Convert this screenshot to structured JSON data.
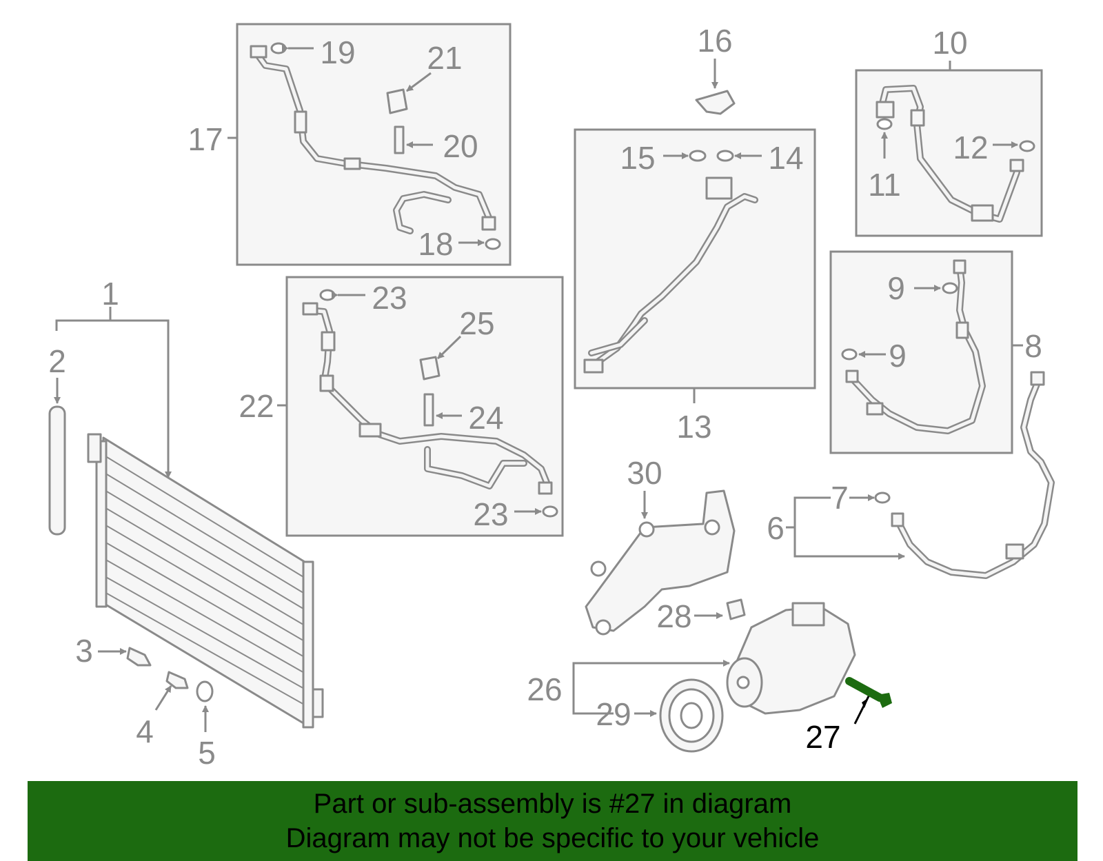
{
  "diagram": {
    "highlight_color": "#1c6b10",
    "banner_color": "#1c6b10",
    "callouts": {
      "n1": "1",
      "n2": "2",
      "n3": "3",
      "n4": "4",
      "n5": "5",
      "n6": "6",
      "n7": "7",
      "n8": "8",
      "n9a": "9",
      "n9b": "9",
      "n10": "10",
      "n11": "11",
      "n12": "12",
      "n13": "13",
      "n14": "14",
      "n15": "15",
      "n16": "16",
      "n17": "17",
      "n18": "18",
      "n19": "19",
      "n20": "20",
      "n21": "21",
      "n22": "22",
      "n23a": "23",
      "n23b": "23",
      "n24": "24",
      "n25": "25",
      "n26": "26",
      "n27": "27",
      "n28": "28",
      "n29": "29",
      "n30": "30"
    }
  },
  "banner": {
    "line1": "Part or sub-assembly is #27 in diagram",
    "line2": "Diagram may not be specific to your vehicle"
  }
}
